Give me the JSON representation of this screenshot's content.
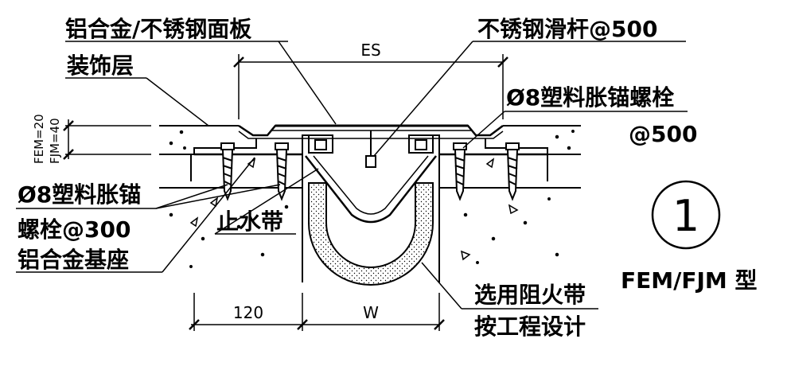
{
  "labels": {
    "panel": "铝合金/不锈钢面板",
    "slide_bar": "不锈钢滑杆@500",
    "decor_layer": "装饰层",
    "bolt_top": "Ø8塑料胀锚螺栓",
    "bolt_top_spacing": "@500",
    "bolt_left_1": "Ø8塑料胀锚",
    "bolt_left_2": "螺栓@300",
    "base": "铝合金基座",
    "waterstop": "止水带",
    "fire_band_1": "选用阻火带",
    "fire_band_2": "按工程设计",
    "type_label": "FEM/FJM 型",
    "circle_number": "1"
  },
  "dimensions": {
    "es": "ES",
    "fem": "FEM=20",
    "fjm": "FJM=40",
    "width_120": "120",
    "width_w": "W"
  },
  "colors": {
    "line": "#000000",
    "background": "#ffffff"
  }
}
